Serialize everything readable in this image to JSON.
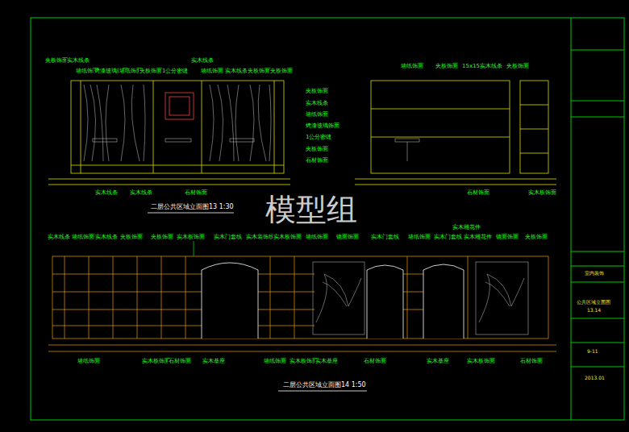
{
  "diagram": {
    "labels": [
      "夹板饰面",
      "实木线条",
      "墙纸饰面",
      "烤漆玻璃饰面",
      "墙纸饰面",
      "夹板饰面",
      "1公分密缝",
      "实木线条",
      "墙纸饰面",
      "实木线条",
      "夹板饰面",
      "夹板饰面",
      "夹板饰面",
      "实木线条",
      "墙纸饰面",
      "烤漆玻璃饰面",
      "1公分密缝",
      "夹板饰面",
      "石材饰面",
      "实木线条",
      "实木线条",
      "石材饰面",
      "二层公共区域立面图13  1:30",
      "墙纸饰面",
      "夹板饰面",
      "15x15实木线条",
      "夹板饰面",
      "石材饰面",
      "实木板饰面",
      "模型组",
      "实木线条",
      "墙纸饰面",
      "实木线条",
      "夹板饰面",
      "夹板饰面",
      "实木板饰面",
      "实木门套线",
      "实木装饰线",
      "实木板饰面",
      "墙纸饰面",
      "镜面饰面",
      "实木门套线",
      "墙纸饰面",
      "实木门套线",
      "实木雕花件",
      "镜面饰面",
      "夹板饰面",
      "实木雕花件",
      "墙纸饰面",
      "实木板饰面",
      "石材饰面",
      "实木基座",
      "墙纸饰面",
      "实木板饰面",
      "实木基座",
      "石材饰面",
      "实木基座",
      "实木板饰面",
      "石材饰面",
      "二层公共区域立面图14  1:50",
      "室内装饰",
      "公共区域立面图",
      "13.14",
      "9-11",
      "2013.01"
    ]
  }
}
